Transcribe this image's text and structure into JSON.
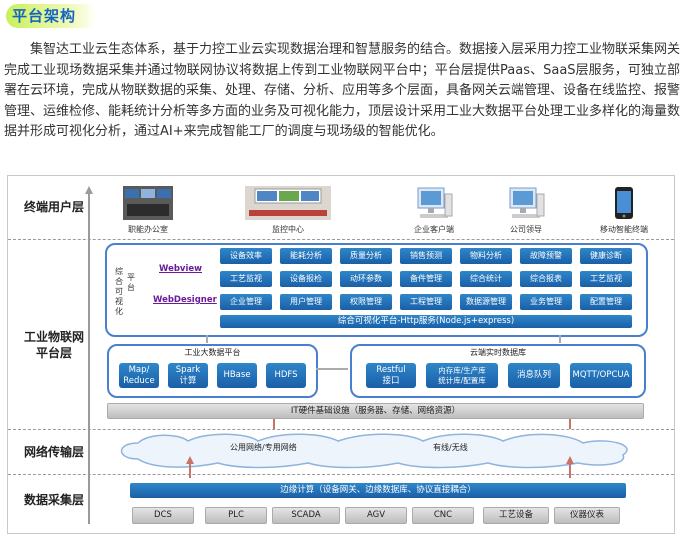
{
  "section_title": "平台架构",
  "intro": "集智达工业云生态体系，基于力控工业云实现数据治理和智慧服务的结合。数据接入层采用力控工业物联采集网关完成工业现场数据采集并通过物联网协议将数据上传到工业物联网平台中；平台层提供Paas、SaaS层服务，可独立部署在云环境，完成从物联数据的采集、处理、存储、分析、应用等多个层面，具备网关云端管理、设备在线监控、报警管理、运维检修、能耗统计分析等多方面的业务及可视化能力，顶层设计采用工业大数据平台处理工业多样化的海量数据并形成可视化分析，通过AI+来完成智能工厂的调度与现场级的智能优化。",
  "layers": {
    "terminal": "终端用户层",
    "platform_line1": "工业物联网",
    "platform_line2": "平台层",
    "network": "网络传输层",
    "acquisition": "数据采集层"
  },
  "terminals": [
    "职能办公室",
    "监控中心",
    "企业客户端",
    "公司领导",
    "移动智能终端"
  ],
  "visual": {
    "side_label": "综合可视化",
    "side_label2": "平台",
    "webview": "Webview",
    "webdesigner": "WebDesigner",
    "row1": [
      "设备效率",
      "能耗分析",
      "质量分析",
      "销售预测",
      "物料分析",
      "故障预警",
      "健康诊断"
    ],
    "row2": [
      "工艺监视",
      "设备报检",
      "动环参数",
      "备件管理",
      "综合统计",
      "综合报表",
      "工艺监视"
    ],
    "row3": [
      "企业管理",
      "用户管理",
      "权限管理",
      "工程管理",
      "数据源管理",
      "业务管理",
      "配置管理"
    ],
    "service_bar": "综合可视化平台-Http服务(Node.js+express)"
  },
  "bigdata": {
    "title": "工业大数据平台",
    "items": [
      "Map/\nReduce",
      "Spark\n计算",
      "HBase",
      "HDFS"
    ]
  },
  "realtime": {
    "title": "云端实时数据库",
    "items": [
      "Restful\n接口",
      "内存库/生产库\n统计库/配置库",
      "消息队列",
      "MQTT/OPCUA"
    ]
  },
  "infra_bar": "IT硬件基础设施（服务器、存储、网络资源）",
  "network": {
    "public": "公用网络/专用网络",
    "wired": "有线/无线"
  },
  "edge_bar": "边缘计算（设备网关、边缘数据库、协议直接耦合）",
  "devices": [
    "DCS",
    "PLC",
    "SCADA",
    "AGV",
    "CNC",
    "工艺设备",
    "仪器仪表"
  ],
  "colors": {
    "title": "#1565c0",
    "accent_blue": "#1a5fa8",
    "panel_border": "#4a7fd0",
    "badge": "#c9f05a"
  }
}
